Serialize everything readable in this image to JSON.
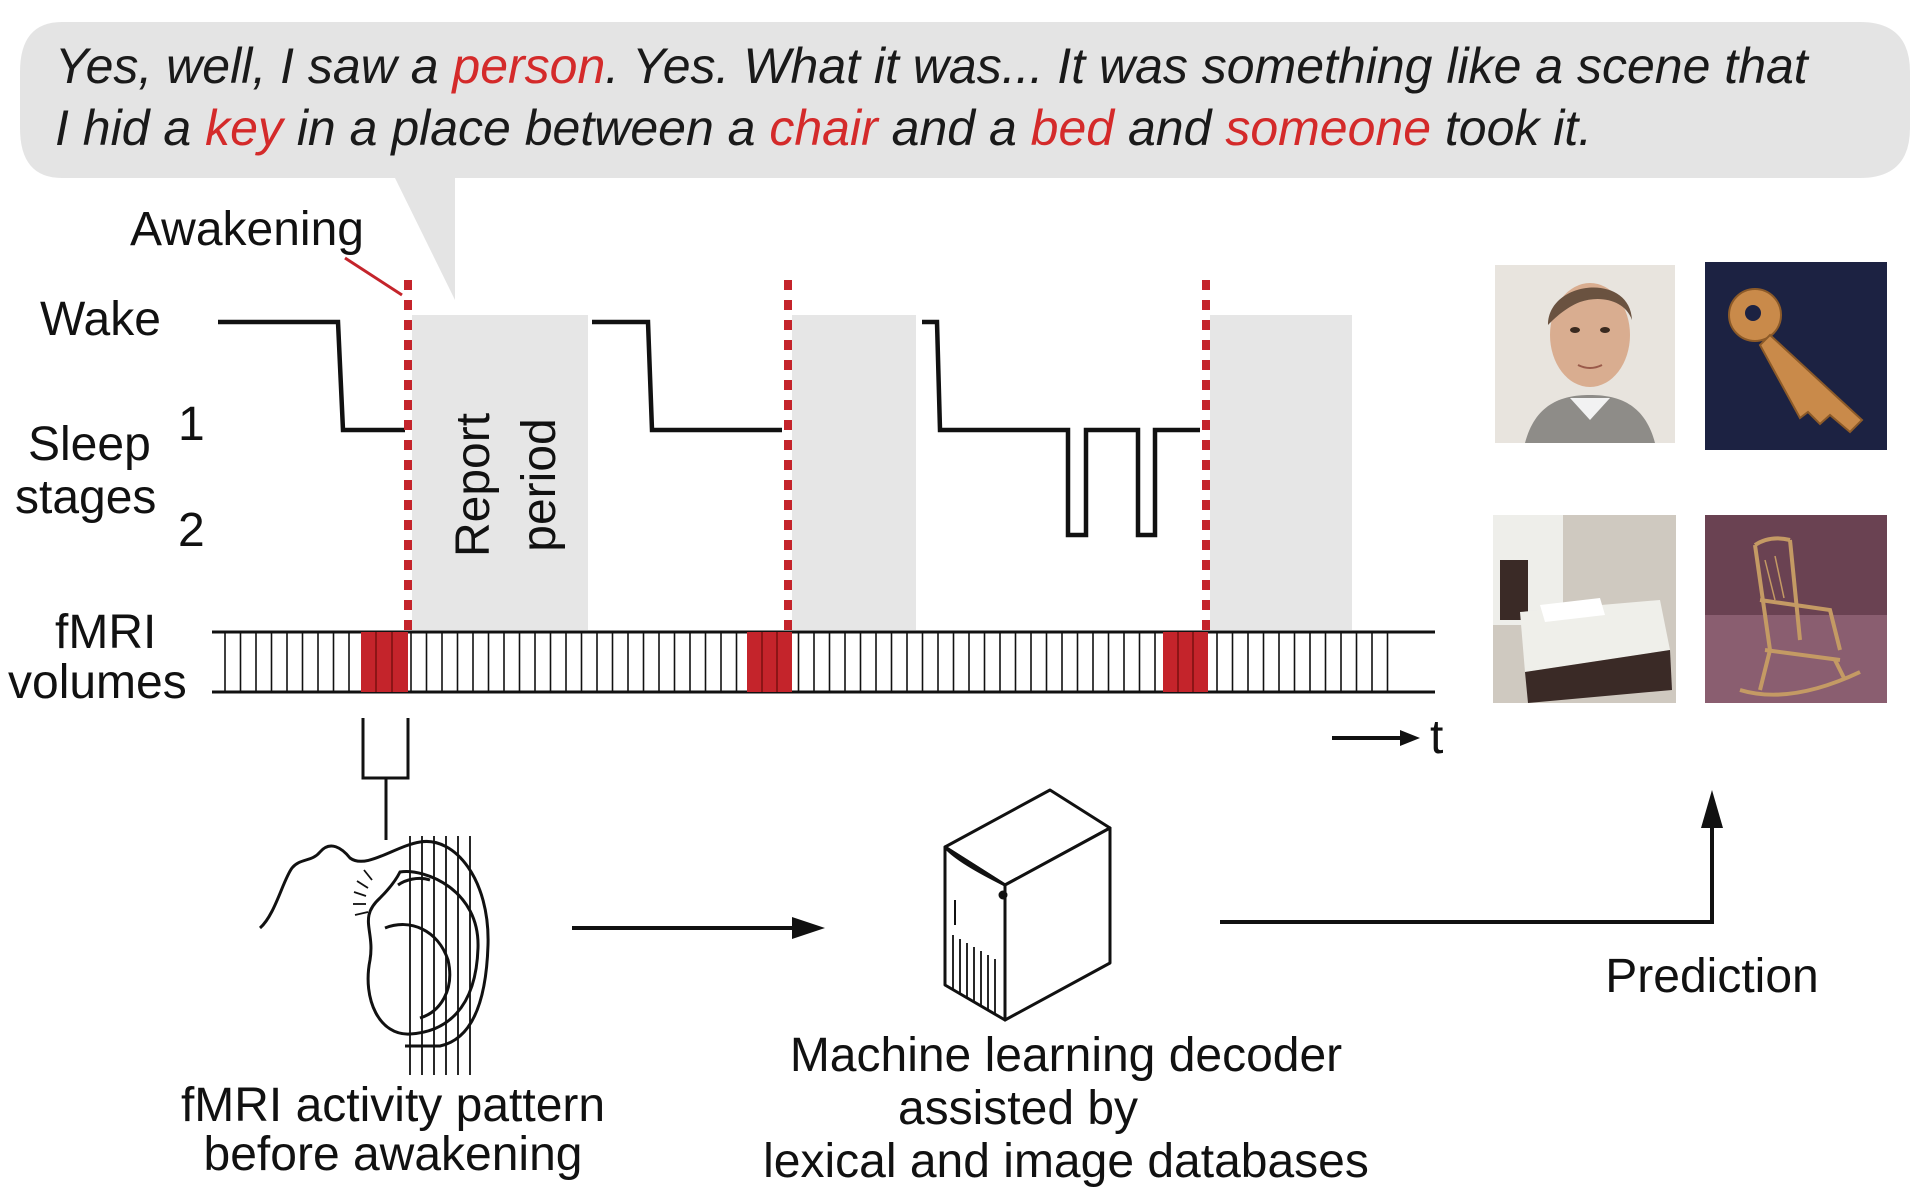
{
  "quote": {
    "line1": [
      {
        "text": "Yes, well, I saw a ",
        "highlight": false
      },
      {
        "text": "person",
        "highlight": true
      },
      {
        "text": ". Yes. What it was... It was something like a scene that",
        "highlight": false
      }
    ],
    "line2": [
      {
        "text": "I hid a ",
        "highlight": false
      },
      {
        "text": "key",
        "highlight": true
      },
      {
        "text": " in a place between a ",
        "highlight": false
      },
      {
        "text": "chair",
        "highlight": true
      },
      {
        "text": " and a ",
        "highlight": false
      },
      {
        "text": "bed",
        "highlight": true
      },
      {
        "text": " and ",
        "highlight": false
      },
      {
        "text": "someone",
        "highlight": true
      },
      {
        "text": " took it.",
        "highlight": false
      }
    ]
  },
  "labels": {
    "awakening": "Awakening",
    "wake": "Wake",
    "stage1": "1",
    "sleep": "Sleep",
    "stages": "stages",
    "stage2": "2",
    "report": "Report",
    "period": "period",
    "fmri": "fMRI",
    "volumes": "volumes",
    "time": "t",
    "activity_line1": "fMRI activity pattern",
    "activity_line2": "before awakening",
    "decoder_line1": "Machine learning decoder",
    "decoder_line2": "assisted by",
    "decoder_line3": "lexical and image databases",
    "prediction": "Prediction"
  },
  "images": [
    {
      "subject": "person-face"
    },
    {
      "subject": "key"
    },
    {
      "subject": "bed"
    },
    {
      "subject": "chair"
    }
  ],
  "colors": {
    "highlight": "#d42a2a",
    "awakening_line": "#c4242b",
    "report_shade": "#e6e6e6",
    "bubble": "#e4e4e4",
    "volume_red": "#c4242b"
  },
  "icons": [
    "head-icon",
    "computer-icon",
    "arrow-icon"
  ]
}
